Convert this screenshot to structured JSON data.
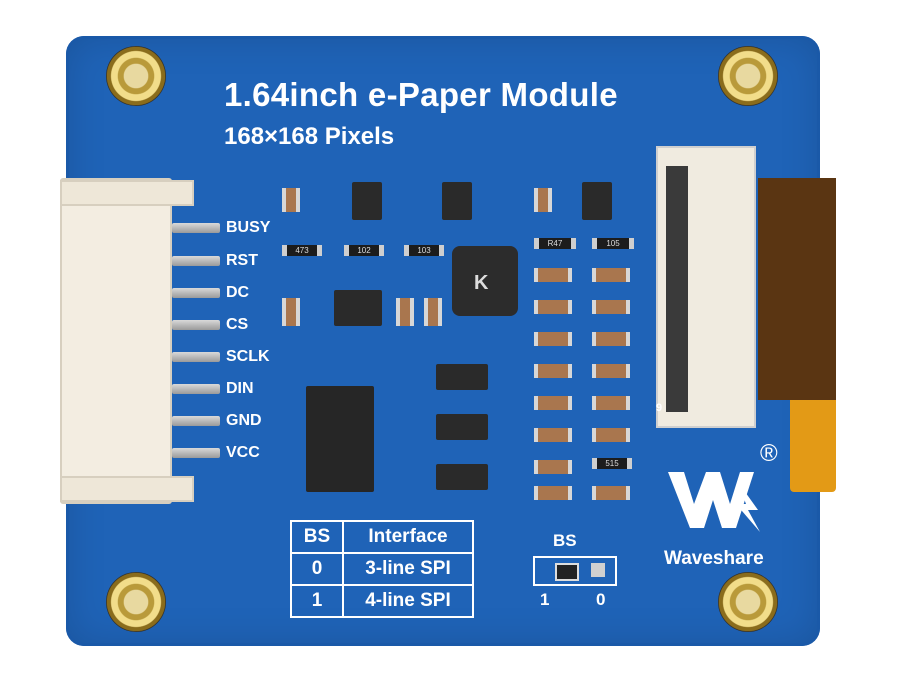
{
  "board": {
    "title": "1.64inch e-Paper Module",
    "subtitle": "168×168 Pixels",
    "brand": "Waveshare",
    "registered_mark": "®"
  },
  "pins": [
    "BUSY",
    "RST",
    "DC",
    "CS",
    "SCLK",
    "DIN",
    "GND",
    "VCC"
  ],
  "bs_table": {
    "headers": [
      "BS",
      "Interface"
    ],
    "rows": [
      [
        "0",
        "3-line SPI"
      ],
      [
        "1",
        "4-line SPI"
      ]
    ]
  },
  "bs_selector": {
    "label": "BS",
    "left": "1",
    "right": "0"
  },
  "components": {
    "res_1": "473",
    "res_2": "102",
    "res_3": "103",
    "res_4": "R47",
    "res_5": "105",
    "res_6": "515",
    "inductor_mark": "K",
    "fpc_pin": "9"
  },
  "colors": {
    "pcb": "#1f63b7",
    "silkscreen": "#ffffff",
    "gold": "#d9b85a",
    "ribbon": "#e39a16"
  }
}
